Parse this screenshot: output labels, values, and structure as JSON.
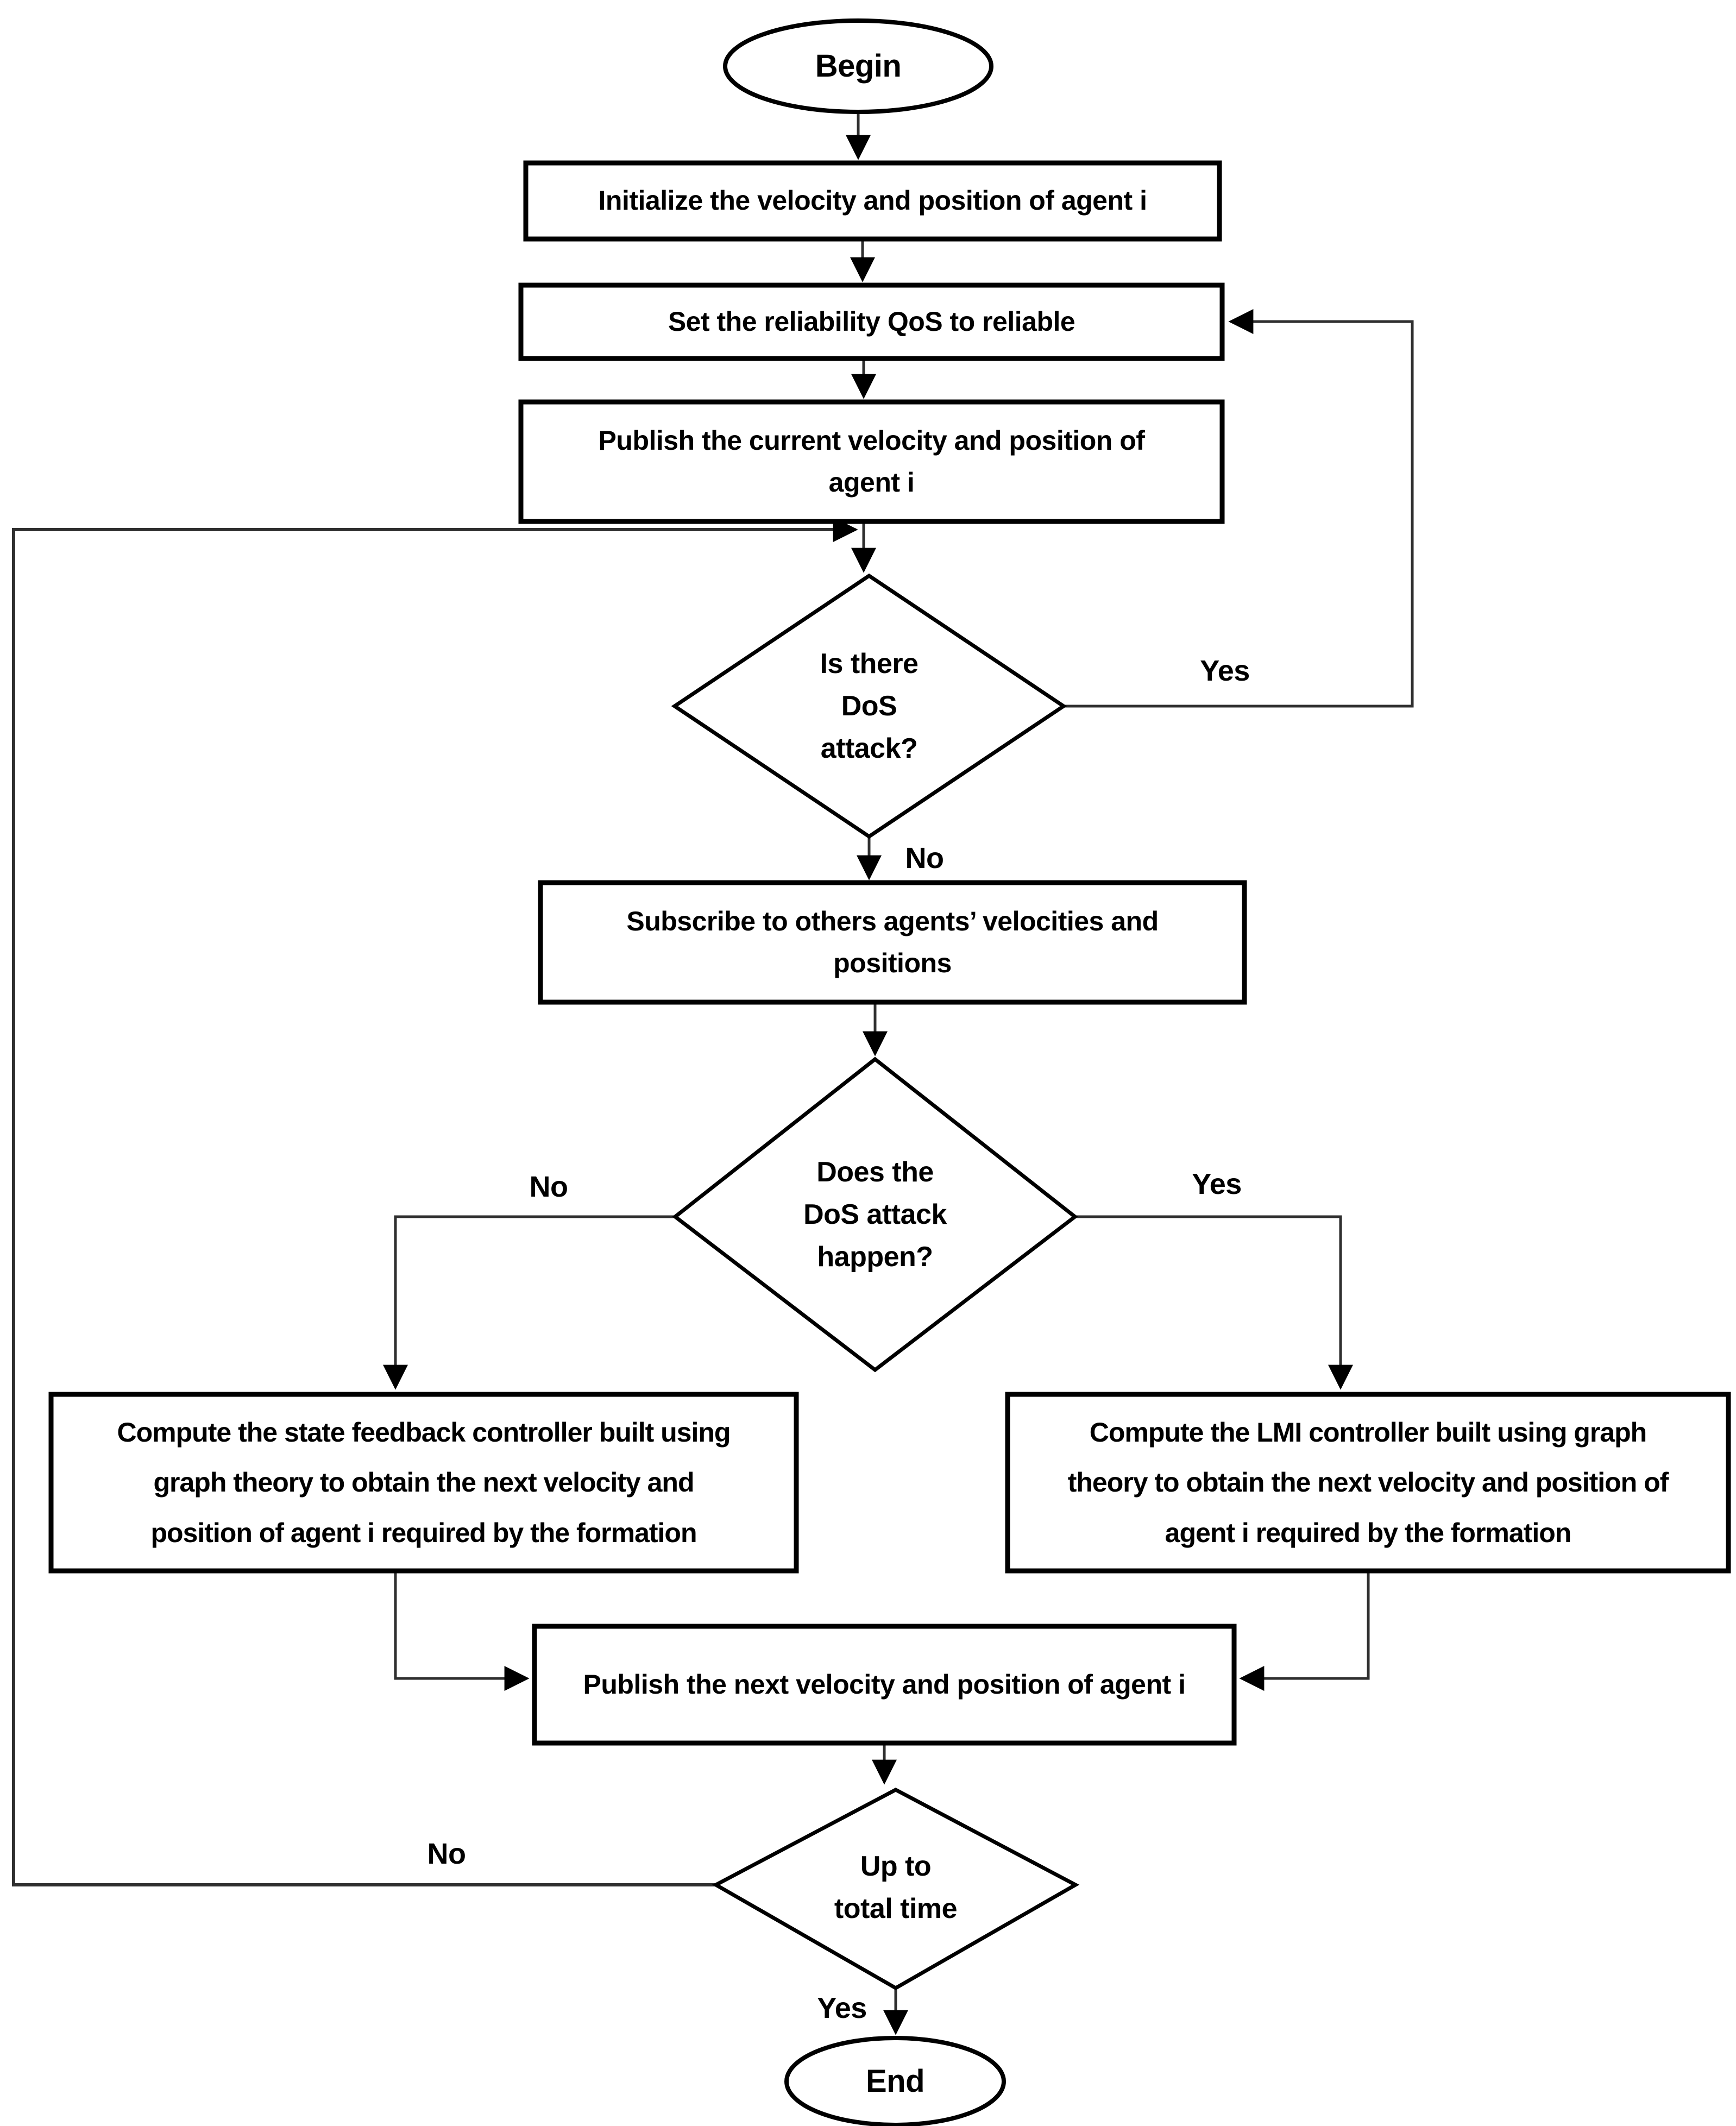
{
  "flowchart": {
    "colors": {
      "background": "#ffffff",
      "shape_stroke": "#000000",
      "connector": "#2f2f2f",
      "text": "#000000"
    },
    "nodes": {
      "begin": {
        "type": "terminator",
        "label": "Begin"
      },
      "initialize": {
        "type": "process",
        "label": "Initialize the velocity and position of agent i"
      },
      "set_qos": {
        "type": "process",
        "label": "Set the reliability QoS to reliable"
      },
      "publish_current": {
        "type": "process",
        "label": "Publish the current velocity and position of\nagent i"
      },
      "dos_attack_check": {
        "type": "decision",
        "label": "Is there\nDoS\nattack?"
      },
      "subscribe": {
        "type": "process",
        "label": "Subscribe to others agents’ velocities and\npositions"
      },
      "dos_happened_check": {
        "type": "decision",
        "label": "Does the\nDoS attack\nhappen?"
      },
      "state_feedback": {
        "type": "process",
        "label": "Compute the state feedback controller built using\ngraph theory to obtain the next velocity and\nposition of agent i required by the formation"
      },
      "lmi_controller": {
        "type": "process",
        "label": "Compute the LMI controller built using graph\ntheory to obtain the next velocity and position of\nagent i required by the formation"
      },
      "publish_next": {
        "type": "process",
        "label": "Publish the next velocity and position of agent i"
      },
      "time_check": {
        "type": "decision",
        "label": "Up to\ntotal time"
      },
      "end": {
        "type": "terminator",
        "label": "End"
      }
    },
    "edge_labels": {
      "dos_attack_yes": "Yes",
      "dos_attack_no": "No",
      "dos_happened_no": "No",
      "dos_happened_yes": "Yes",
      "time_no": "No",
      "time_yes": "Yes"
    },
    "edges": [
      {
        "from": "begin",
        "to": "initialize"
      },
      {
        "from": "initialize",
        "to": "set_qos"
      },
      {
        "from": "set_qos",
        "to": "publish_current"
      },
      {
        "from": "publish_current",
        "to": "dos_attack_check"
      },
      {
        "from": "dos_attack_check",
        "to": "set_qos",
        "label": "Yes"
      },
      {
        "from": "dos_attack_check",
        "to": "subscribe",
        "label": "No"
      },
      {
        "from": "subscribe",
        "to": "dos_happened_check"
      },
      {
        "from": "dos_happened_check",
        "to": "state_feedback",
        "label": "No"
      },
      {
        "from": "dos_happened_check",
        "to": "lmi_controller",
        "label": "Yes"
      },
      {
        "from": "state_feedback",
        "to": "publish_next"
      },
      {
        "from": "lmi_controller",
        "to": "publish_next"
      },
      {
        "from": "publish_next",
        "to": "time_check"
      },
      {
        "from": "time_check",
        "to": "dos_attack_check",
        "label": "No"
      },
      {
        "from": "time_check",
        "to": "end",
        "label": "Yes"
      }
    ]
  }
}
